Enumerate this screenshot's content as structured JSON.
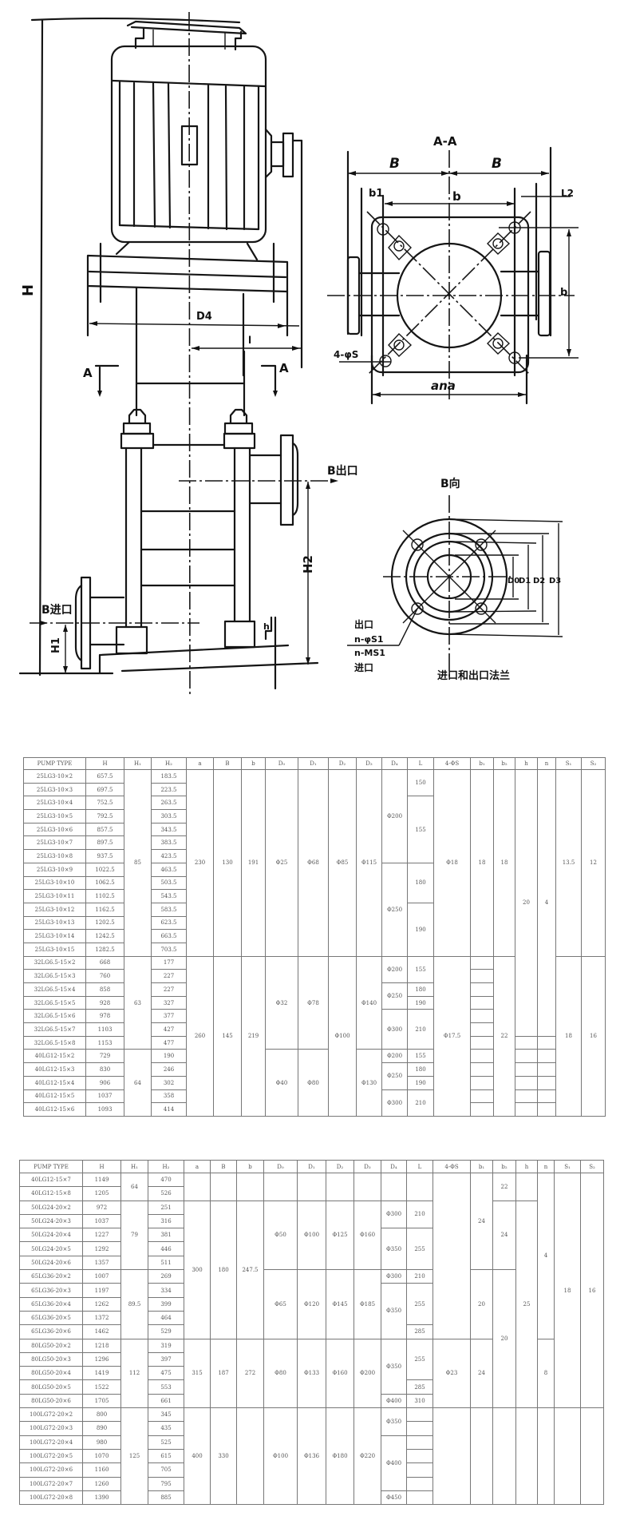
{
  "drawing": {
    "labels": {
      "H": "H",
      "D4": "D4",
      "l": "l",
      "A_left": "A",
      "A_right": "A",
      "section_title": "A-A",
      "B_left": "B",
      "B_right": "B",
      "b1": "b1",
      "b": "b",
      "L2": "L2",
      "b_side": "b",
      "bolts": "4-φS",
      "ana": "ana",
      "outlet": "B出口",
      "inlet": "B进口",
      "H1": "H1",
      "H2": "H2",
      "h": "h",
      "view_b": "B向",
      "D0": "D0",
      "D1": "D1",
      "D2": "D2",
      "D3": "D3",
      "outlet_note": "出口",
      "outlet_bolts": "n-φS1",
      "inlet_bolts": "n-MS1",
      "inlet_note": "进口",
      "flange_caption": "进口和出口法兰"
    }
  },
  "tables": [
    {
      "headers": [
        "PUMP TYPE",
        "H",
        "H₁",
        "H₂",
        "a",
        "B",
        "b",
        "D₀",
        "D₁",
        "D₂",
        "D₃",
        "D₄",
        "L",
        "4-ΦS",
        "b₁",
        "b₂",
        "h",
        "n",
        "S₁",
        "S₂"
      ],
      "rows": [
        [
          "25LG3-10×2",
          "657.5",
          [
            "85",
            14
          ],
          "183.5",
          [
            "230",
            14
          ],
          [
            "130",
            14
          ],
          [
            "191",
            14
          ],
          [
            "Φ25",
            14
          ],
          [
            "Φ68",
            14
          ],
          [
            "Φ85",
            14
          ],
          [
            "Φ115",
            14
          ],
          [
            "Φ200",
            7
          ],
          [
            "150",
            2
          ],
          [
            "Φ18",
            14
          ],
          [
            "18",
            14
          ],
          [
            "18",
            14
          ],
          [
            "20",
            20
          ],
          [
            "4",
            20
          ],
          [
            "13.5",
            14
          ],
          [
            "12",
            14
          ]
        ],
        [
          "25LG3-10×3",
          "697.5",
          "223.5"
        ],
        [
          "25LG3-10×4",
          "752.5",
          "263.5",
          [
            "155",
            5
          ]
        ],
        [
          "25LG3-10×5",
          "792.5",
          "303.5"
        ],
        [
          "25LG3-10×6",
          "857.5",
          "343.5"
        ],
        [
          "25LG3-10×7",
          "897.5",
          "383.5"
        ],
        [
          "25LG3-10×8",
          "937.5",
          "423.5"
        ],
        [
          "25LG3-10×9",
          "1022.5",
          "463.5",
          [
            "Φ250",
            7
          ],
          [
            "180",
            3
          ]
        ],
        [
          "25LG3-10×10",
          "1062.5",
          "503.5"
        ],
        [
          "25LG3-10×11",
          "1102.5",
          "543.5"
        ],
        [
          "25LG3-10×12",
          "1162.5",
          "583.5",
          [
            "190",
            4
          ]
        ],
        [
          "25LG3-10×13",
          "1202.5",
          "623.5"
        ],
        [
          "25LG3-10×14",
          "1242.5",
          "663.5"
        ],
        [
          "25LG3-10×15",
          "1282.5",
          "703.5"
        ],
        [
          "32LG6.5-15×2",
          "668",
          [
            "63",
            7
          ],
          "177",
          [
            "260",
            12
          ],
          [
            "145",
            12
          ],
          [
            "219",
            12
          ],
          [
            "Φ32",
            7
          ],
          [
            "Φ78",
            7
          ],
          [
            "Φ100",
            12
          ],
          [
            "Φ140",
            7
          ],
          [
            "Φ200",
            2
          ],
          [
            "155",
            2
          ],
          [
            "Φ17.5",
            12
          ],
          "",
          [
            "22",
            12
          ],
          [
            "18",
            12
          ],
          [
            "16",
            12
          ]
        ],
        [
          "32LG6.5-15×3",
          "760",
          "227",
          ""
        ],
        [
          "32LG6.5-15×4",
          "858",
          "227",
          [
            "Φ250",
            2
          ],
          "180",
          ""
        ],
        [
          "32LG6.5-15×5",
          "928",
          "327",
          "190",
          ""
        ],
        [
          "32LG6.5-15×6",
          "978",
          "377",
          [
            "Φ300",
            3
          ],
          [
            "210",
            3
          ],
          ""
        ],
        [
          "32LG6.5-15×7",
          "1103",
          "427",
          ""
        ],
        [
          "32LG6.5-15×8",
          "1153",
          "477",
          "",
          "",
          ""
        ],
        [
          "40LG12-15×2",
          "729",
          [
            "64",
            5
          ],
          "190",
          [
            "Φ40",
            5
          ],
          [
            "Φ80",
            5
          ],
          [
            "Φ130",
            5
          ],
          "Φ200",
          "155",
          "",
          "",
          ""
        ],
        [
          "40LG12-15×3",
          "830",
          "246",
          [
            "Φ250",
            2
          ],
          "180",
          "",
          "",
          ""
        ],
        [
          "40LG12-15×4",
          "906",
          "302",
          "190",
          "",
          "",
          ""
        ],
        [
          "40LG12-15×5",
          "1037",
          "358",
          [
            "Φ300",
            2
          ],
          [
            "210",
            2
          ],
          "",
          "",
          ""
        ],
        [
          "40LG12-15×6",
          "1093",
          "414",
          "",
          "",
          ""
        ]
      ]
    },
    {
      "headers": [
        "PUMP TYPE",
        "H",
        "H₁",
        "H₂",
        "a",
        "B",
        "b",
        "D₀",
        "D₁",
        "D₂",
        "D₃",
        "D₄",
        "L",
        "4-ΦS",
        "b₁",
        "b₂",
        "h",
        "n",
        "S₁",
        "S₂"
      ],
      "rows": [
        [
          "40LG12-15×7",
          "1149",
          [
            "64",
            2
          ],
          "470",
          [
            "",
            2
          ],
          [
            "",
            2
          ],
          [
            "",
            2
          ],
          [
            "",
            2
          ],
          [
            "",
            2
          ],
          [
            "",
            2
          ],
          [
            "",
            2
          ],
          [
            "",
            2
          ],
          [
            "",
            2
          ],
          [
            "",
            12
          ],
          [
            "24",
            7
          ],
          [
            "22",
            2
          ],
          [
            "",
            2
          ],
          [
            "4",
            12
          ],
          [
            "18",
            17
          ],
          [
            "16",
            17
          ]
        ],
        [
          "40LG12-15×8",
          "1205",
          "526"
        ],
        [
          "50LG24-20×2",
          "972",
          [
            "79",
            5
          ],
          "251",
          [
            "300",
            10
          ],
          [
            "180",
            10
          ],
          [
            "247.5",
            10
          ],
          [
            "Φ50",
            5
          ],
          [
            "Φ100",
            5
          ],
          [
            "Φ125",
            5
          ],
          [
            "Φ160",
            5
          ],
          [
            "Φ300",
            2
          ],
          [
            "210",
            2
          ],
          [
            "24",
            5
          ],
          [
            "25",
            15
          ]
        ],
        [
          "50LG24-20×3",
          "1037",
          "316"
        ],
        [
          "50LG24-20×4",
          "1227",
          "381",
          [
            "Φ350",
            3
          ],
          [
            "255",
            3
          ]
        ],
        [
          "50LG24-20×5",
          "1292",
          "446"
        ],
        [
          "50LG24-20×6",
          "1357",
          "511"
        ],
        [
          "65LG36-20×2",
          "1007",
          [
            "89.5",
            5
          ],
          "269",
          [
            "Φ65",
            5
          ],
          [
            "Φ120",
            5
          ],
          [
            "Φ145",
            5
          ],
          [
            "Φ185",
            5
          ],
          "Φ300",
          "210",
          [
            "20",
            5
          ],
          [
            "20",
            10
          ]
        ],
        [
          "65LG36-20×3",
          "1197",
          "334",
          [
            "Φ350",
            4
          ],
          [
            "255",
            3
          ]
        ],
        [
          "65LG36-20×4",
          "1262",
          "399"
        ],
        [
          "65LG36-20×5",
          "1372",
          "464"
        ],
        [
          "65LG36-20×6",
          "1462",
          "529",
          "285"
        ],
        [
          "80LG50-20×2",
          "1218",
          [
            "112",
            5
          ],
          "319",
          [
            "315",
            5
          ],
          [
            "187",
            5
          ],
          [
            "272",
            5
          ],
          [
            "Φ80",
            5
          ],
          [
            "Φ133",
            5
          ],
          [
            "Φ160",
            5
          ],
          [
            "Φ200",
            5
          ],
          [
            "Φ350",
            4
          ],
          [
            "255",
            3
          ],
          [
            "Φ23",
            5
          ],
          [
            "24",
            5
          ],
          [
            "8",
            5
          ]
        ],
        [
          "80LG50-20×3",
          "1296",
          "397"
        ],
        [
          "80LG50-20×4",
          "1419",
          "475"
        ],
        [
          "80LG50-20×5",
          "1522",
          "553",
          "285"
        ],
        [
          "80LG50-20×6",
          "1705",
          "661",
          "Φ400",
          "310"
        ],
        [
          "100LG72-20×2",
          "800",
          [
            "125",
            7
          ],
          "345",
          [
            "400",
            7
          ],
          [
            "330",
            7
          ],
          [
            "",
            7
          ],
          [
            "Φ100",
            7
          ],
          [
            "Φ136",
            7
          ],
          [
            "Φ180",
            7
          ],
          [
            "Φ220",
            7
          ],
          [
            "Φ350",
            2
          ],
          "",
          [
            "",
            7
          ],
          [
            "",
            7
          ],
          [
            "",
            7
          ],
          [
            "",
            7
          ],
          [
            "",
            7
          ],
          [
            "",
            7
          ],
          [
            "",
            7
          ]
        ],
        [
          "100LG72-20×3",
          "890",
          "435",
          ""
        ],
        [
          "100LG72-20×4",
          "980",
          "525",
          [
            "Φ400",
            4
          ],
          ""
        ],
        [
          "100LG72-20×5",
          "1070",
          "615",
          ""
        ],
        [
          "100LG72-20×6",
          "1160",
          "705",
          ""
        ],
        [
          "100LG72-20×7",
          "1260",
          "795",
          ""
        ],
        [
          "100LG72-20×8",
          "1390",
          "885",
          "Φ450",
          ""
        ]
      ]
    }
  ]
}
